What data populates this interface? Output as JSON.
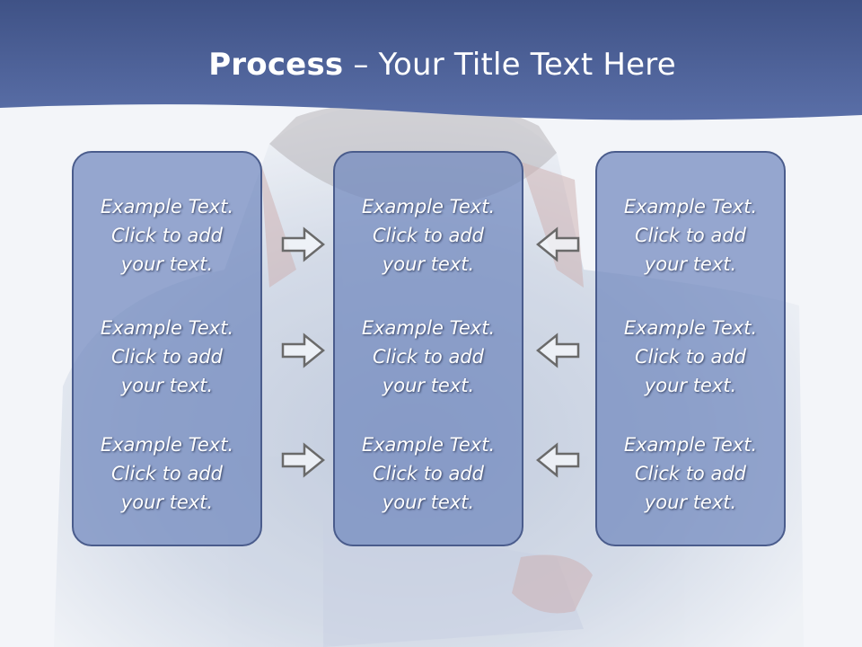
{
  "slide": {
    "title_bold": "Process",
    "title_rest": " – Your Title Text Here"
  },
  "columns": [
    {
      "blocks": [
        "Example Text.\nClick  to add\nyour text.",
        "Example Text.\nClick  to add\nyour text.",
        "Example Text.\nClick  to add\nyour text."
      ]
    },
    {
      "blocks": [
        "Example Text.\nClick  to add\nyour text.",
        "Example Text.\nClick  to add\nyour text.",
        "Example Text.\nClick  to add\nyour text."
      ]
    },
    {
      "blocks": [
        "Example Text.\nClick  to add\nyour text.",
        "Example Text.\nClick  to add\nyour text.",
        "Example Text.\nClick  to add\nyour text."
      ]
    }
  ],
  "arrows": {
    "left_column_direction": "right",
    "right_column_direction": "left",
    "icon": "outline-block-arrow-icon"
  },
  "colors": {
    "header_band": "#4a5f9a",
    "box_fill": "#7088be",
    "box_border": "#4a5c8c",
    "text": "#ffffff"
  }
}
